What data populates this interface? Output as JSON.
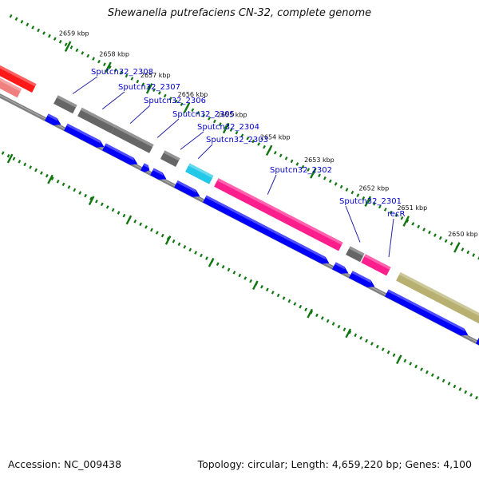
{
  "title": "Shewanella putrefaciens CN-32, complete genome",
  "footer": {
    "accession_label": "Accession:",
    "accession": "NC_009438",
    "topology_label": "Topology:",
    "topology": "circular",
    "length_label": "Length:",
    "length": "4,659,220 bp",
    "genes_label": "Genes:",
    "genes": "4,100"
  },
  "ticks": [
    {
      "label": "2650 kbp",
      "t": 0.882
    },
    {
      "label": "2651 kbp",
      "t": 0.776
    },
    {
      "label": "2652 kbp",
      "t": 0.696
    },
    {
      "label": "2653 kbp",
      "t": 0.582
    },
    {
      "label": "2654 kbp",
      "t": 0.49
    },
    {
      "label": "2655 kbp",
      "t": 0.4
    },
    {
      "label": "2656 kbp",
      "t": 0.318
    },
    {
      "label": "2657 kbp",
      "t": 0.24
    },
    {
      "label": "2658 kbp",
      "t": 0.154
    },
    {
      "label": "2659 kbp",
      "t": 0.07
    }
  ],
  "features": [
    {
      "row": 0,
      "t0": -0.05,
      "t1": 0.05,
      "color": "#ff1a1a"
    },
    {
      "row": 1,
      "t0": -0.05,
      "t1": 0.03,
      "color": "#f08080"
    },
    {
      "row": 0,
      "t0": 0.095,
      "t1": 0.135,
      "color": "#666666"
    },
    {
      "row": 0,
      "t0": 0.145,
      "t1": 0.215,
      "color": "#666666"
    },
    {
      "row": 0,
      "t0": 0.215,
      "t1": 0.295,
      "color": "#666666"
    },
    {
      "row": 0,
      "t0": 0.318,
      "t1": 0.35,
      "color": "#666666"
    },
    {
      "row": 0,
      "t0": 0.37,
      "t1": 0.42,
      "color": "#22c8e8"
    },
    {
      "row": 0,
      "t0": 0.43,
      "t1": 0.69,
      "color": "#ff1f8c"
    },
    {
      "row": 0,
      "t0": 0.705,
      "t1": 0.735,
      "color": "#666666"
    },
    {
      "row": 0,
      "t0": 0.737,
      "t1": 0.79,
      "color": "#ff1f8c"
    },
    {
      "row": 0,
      "t0": 0.81,
      "t1": 1.0,
      "color": "#b8b070"
    }
  ],
  "cds": [
    {
      "t0": 0.095,
      "t1": 0.125
    },
    {
      "t0": 0.135,
      "t1": 0.215
    },
    {
      "t0": 0.215,
      "t1": 0.285
    },
    {
      "t0": 0.295,
      "t1": 0.31
    },
    {
      "t0": 0.315,
      "t1": 0.345
    },
    {
      "t0": 0.365,
      "t1": 0.415
    },
    {
      "t0": 0.425,
      "t1": 0.685
    },
    {
      "t0": 0.695,
      "t1": 0.725
    },
    {
      "t0": 0.73,
      "t1": 0.78
    },
    {
      "t0": 0.805,
      "t1": 0.975
    },
    {
      "t0": 0.995,
      "t1": 1.02
    }
  ],
  "gene_labels": [
    {
      "name": "Sputcn32_2308",
      "t": 0.118
    },
    {
      "name": "Sputcn32_2307",
      "t": 0.18
    },
    {
      "name": "Sputcn32_2306",
      "t": 0.238
    },
    {
      "name": "Sputcn32_2305",
      "t": 0.295
    },
    {
      "name": "Sputcn32_2304",
      "t": 0.343
    },
    {
      "name": "Sputcn32_2303",
      "t": 0.38
    },
    {
      "name": "Sputcn32_2302",
      "t": 0.525
    },
    {
      "name": "Sputcn32_2301",
      "t": 0.718
    },
    {
      "name": "recR",
      "t": 0.778
    }
  ],
  "colors": {
    "backbone": "#808080",
    "cds": "#0000ff",
    "tick": "#117711",
    "label": "#0000cc",
    "leader": "#2222aa"
  }
}
